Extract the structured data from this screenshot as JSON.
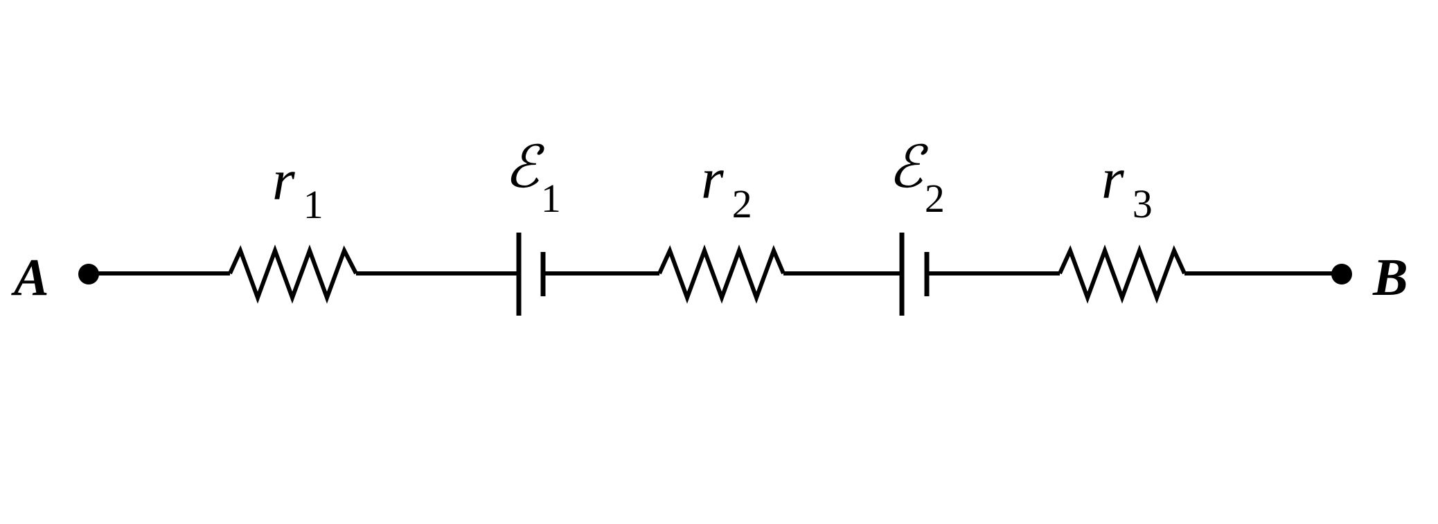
{
  "terminals": {
    "left": "A",
    "right": "B"
  },
  "resistors": [
    {
      "symbol": "r",
      "subscript": "1"
    },
    {
      "symbol": "r",
      "subscript": "2"
    },
    {
      "symbol": "r",
      "subscript": "3"
    }
  ],
  "sources": [
    {
      "symbol": "ℰ",
      "subscript": "1"
    },
    {
      "symbol": "ℰ",
      "subscript": "2"
    }
  ]
}
